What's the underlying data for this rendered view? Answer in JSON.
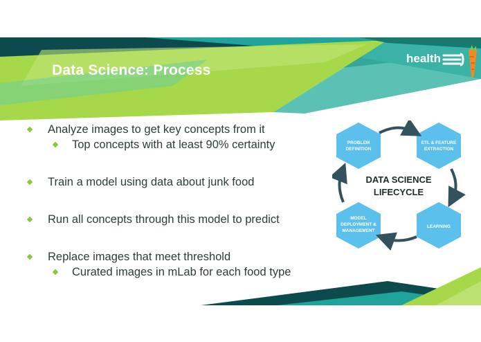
{
  "slide": {
    "title": "Data Science: Process",
    "logo_text": "health"
  },
  "bullets": [
    {
      "text": "Analyze images to get key concepts from it",
      "level": 1
    },
    {
      "text": "Top concepts with at least 90% certainty",
      "level": 2
    },
    {
      "text": "Train a model using data about junk food",
      "level": 1
    },
    {
      "text": "Run all concepts through this model to predict",
      "level": 1
    },
    {
      "text": "Replace images that meet threshold",
      "level": 1
    },
    {
      "text": "Curated images in mLab for each food type",
      "level": 2
    }
  ],
  "lifecycle": {
    "center_line1": "DATA SCIENCE",
    "center_line2": "LIFECYCLE",
    "steps": {
      "problem_line1": "PROBLEM",
      "problem_line2": "DEFINITION",
      "etl_line1": "ETL & FEATURE",
      "etl_line2": "EXTRACTION",
      "learning": "LEARNING",
      "deploy_line1": "MODEL",
      "deploy_line2": "DEPLOYMENT &",
      "deploy_line3": "MANAGEMENT"
    }
  },
  "colors": {
    "hex_blue": "#5bc0eb",
    "arrow": "#34515e",
    "dark_teal": "#0d4a4e",
    "teal": "#1fa39a",
    "lime": "#a6d84a",
    "bullet_green": "#8cc63f",
    "text": "#2f3b3b"
  }
}
